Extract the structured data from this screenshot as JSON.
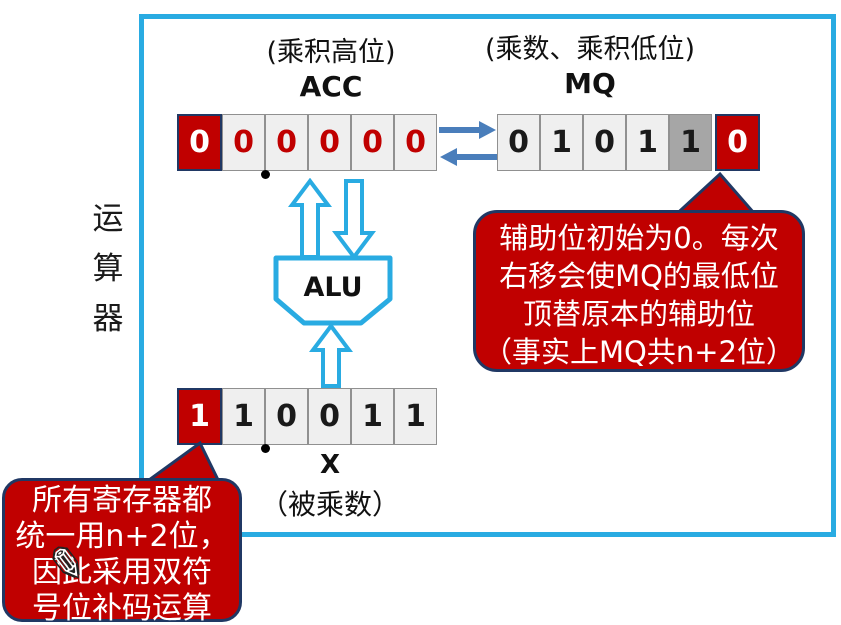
{
  "unit_label": "运\n算\n器",
  "acc": {
    "caption": "(乘积高位)",
    "name": "ACC",
    "bits": [
      "0",
      "0",
      "0",
      "0",
      "0",
      "0"
    ]
  },
  "mq": {
    "caption": "(乘数、乘积低位)",
    "name": "MQ",
    "bits": [
      "0",
      "1",
      "0",
      "1",
      "1",
      "0"
    ]
  },
  "alu": {
    "label": "ALU"
  },
  "x_register": {
    "name": "X",
    "caption": "（被乘数）",
    "bits": [
      "1",
      "1",
      "0",
      "0",
      "1",
      "1"
    ]
  },
  "callouts": {
    "mq_note": "辅助位初始为0。每次\n右移会使MQ的最低位\n顶替原本的辅助位\n（事实上MQ共n+2位）",
    "x_note": "所有寄存器都\n统一用n+2位，\n因此采用双符\n号位补码运算"
  },
  "icons": {
    "pencil": "✎"
  },
  "colors": {
    "box_border": "#29ABE2",
    "block_arrow_outline": "#29ABE2",
    "transfer_arrow": "#4A7EBB",
    "dark_red": "#C00000",
    "cell_background": "#EFEFEF",
    "gray_cell_background": "#A6A6A6",
    "bubble_border": "#203864"
  }
}
